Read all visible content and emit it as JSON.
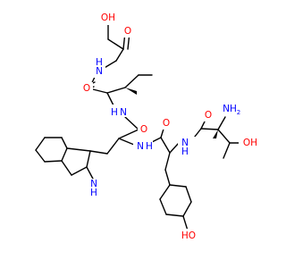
{
  "atom_colors": {
    "oxygen": "#ff0000",
    "nitrogen": "#0000ff",
    "bond": "#000000"
  },
  "labels": {
    "oh_top": "OH",
    "o_top": "O",
    "nh_gly": "N",
    "h_gly": "H",
    "o_ile": "O",
    "nh_ile": "N",
    "h_ile": "H",
    "o_trp": "O",
    "nh_trp": "N",
    "h_trp": "H",
    "o_tyr": "O",
    "nh_tyr": "N",
    "h_tyr": "H",
    "o_thr": "O",
    "nh2": "NH",
    "nh2_sub": "2",
    "oh_thr": "OH",
    "h_oh_thr": "H",
    "nh_indole": "N",
    "h_indole": "H",
    "ho_phenol": "HO"
  }
}
